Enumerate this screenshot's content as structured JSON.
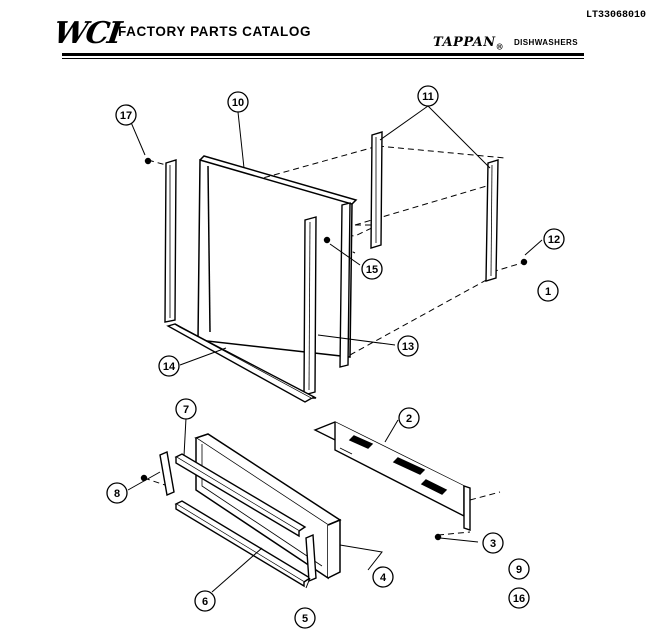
{
  "header": {
    "logo": "WCI",
    "title": "FACTORY PARTS CATALOG",
    "doc_code": "LT33068010",
    "brand": "TAPPAN",
    "category": "DISHWASHERS"
  },
  "callouts": [
    "1",
    "2",
    "3",
    "4",
    "5",
    "6",
    "7",
    "8",
    "9",
    "10",
    "11",
    "12",
    "13",
    "14",
    "15",
    "16",
    "17"
  ]
}
